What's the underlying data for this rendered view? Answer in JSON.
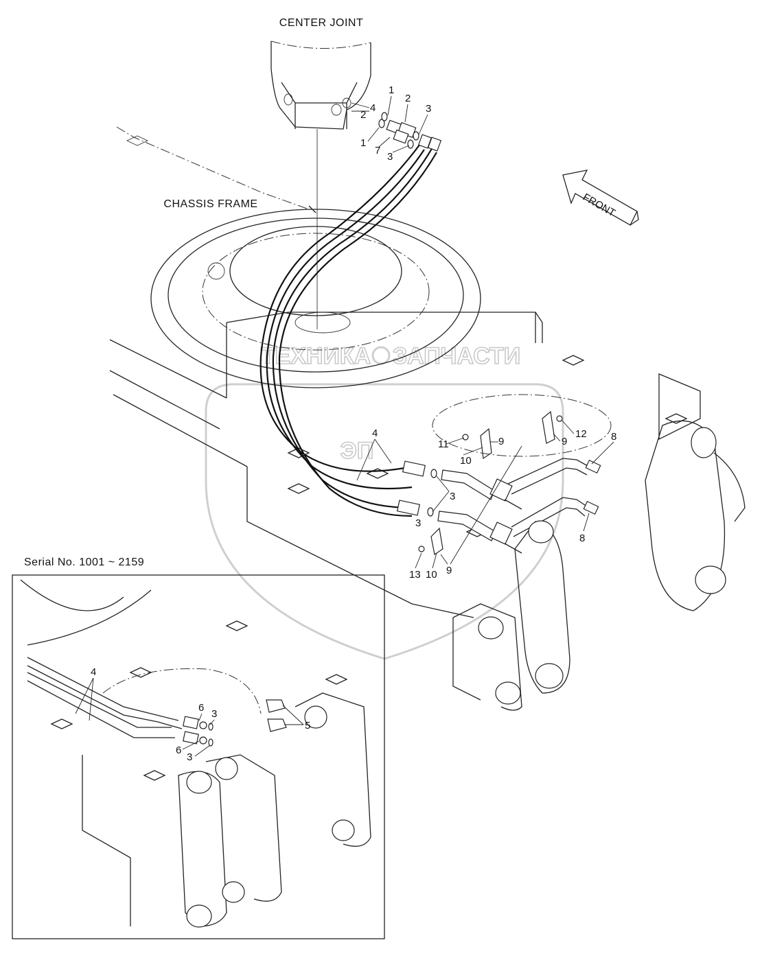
{
  "diagram": {
    "captions": {
      "center_joint": "CENTER JOINT",
      "chassis_frame": "CHASSIS FRAME",
      "front": "FRONT",
      "serial": "Serial No. 1001 ~ 2159"
    },
    "watermark": {
      "left": "ТЕХНИКА",
      "right": "ЗАПЧАСТИ",
      "logo": "ЭП"
    },
    "part_labels": {
      "top": [
        "1",
        "2",
        "4",
        "2",
        "3",
        "1",
        "7",
        "3"
      ],
      "mid": [
        "4",
        "11",
        "9",
        "9",
        "12",
        "8",
        "10",
        "3",
        "3",
        "8",
        "13",
        "10",
        "9"
      ],
      "inset": [
        "4",
        "6",
        "3",
        "6",
        "3",
        "5"
      ]
    }
  }
}
